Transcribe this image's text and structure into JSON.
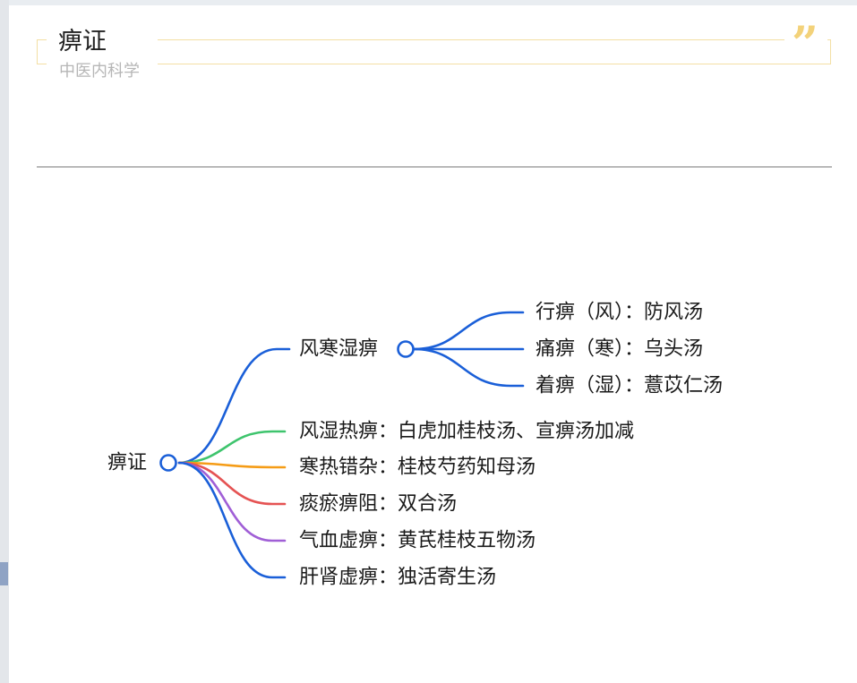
{
  "header": {
    "title": "痹证",
    "subtitle": "中医内科学",
    "quote_icon": "closing-quote-icon",
    "quote_glyph": "”",
    "accent_color": "#f3d27a"
  },
  "mindmap": {
    "root": "痹证",
    "branches": [
      {
        "label": "风寒湿痹",
        "color": "#1a5fd8",
        "children": [
          {
            "label": "行痹（风）：防风汤"
          },
          {
            "label": "痛痹（寒）：乌头汤"
          },
          {
            "label": "着痹（湿）：薏苡仁汤"
          }
        ]
      },
      {
        "label": "风湿热痹：白虎加桂枝汤、宣痹汤加减",
        "color": "#3ec46d"
      },
      {
        "label": "寒热错杂：桂枝芍药知母汤",
        "color": "#f59c16"
      },
      {
        "label": "痰瘀痹阻：双合汤",
        "color": "#e55353"
      },
      {
        "label": "气血虚痹：黄芪桂枝五物汤",
        "color": "#a05fd6"
      },
      {
        "label": "肝肾虚痹：独活寄生汤",
        "color": "#1a5fd8"
      }
    ]
  }
}
